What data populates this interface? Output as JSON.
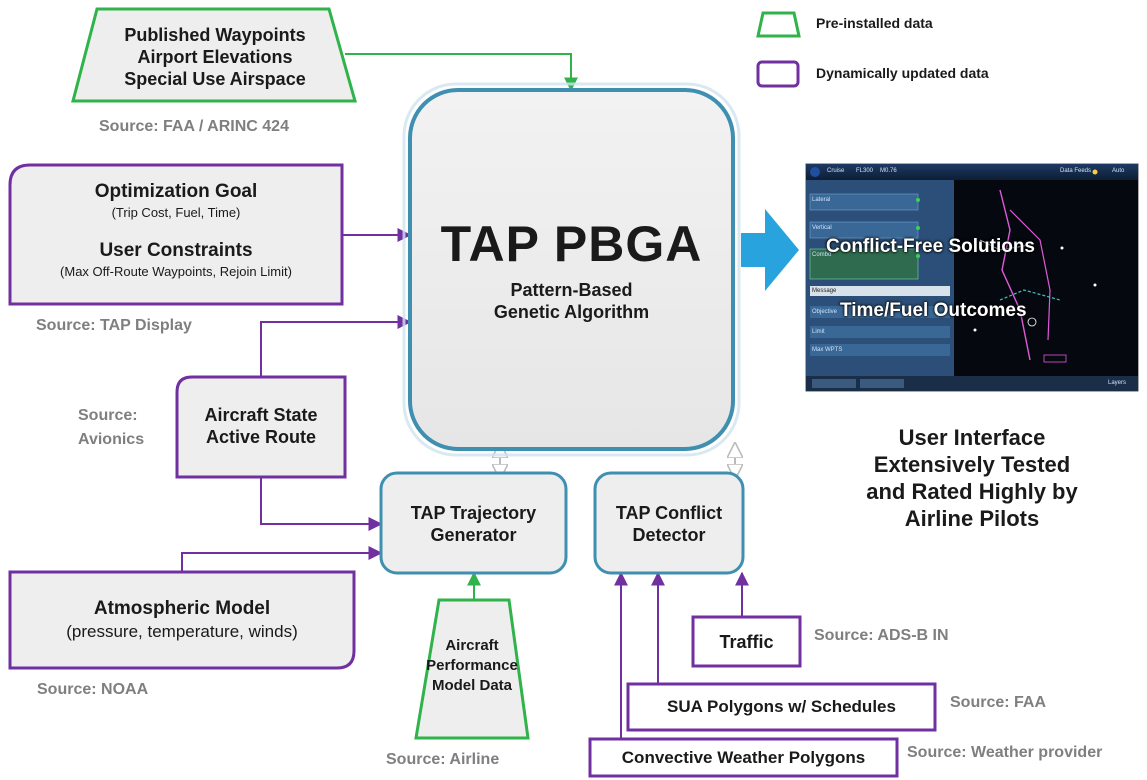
{
  "legend": {
    "preinstalled": "Pre-installed data",
    "dynamic": "Dynamically updated data"
  },
  "colors": {
    "preinstalled_border": "#2fb34a",
    "dynamic_border": "#7030a0",
    "box_fill": "#eeeeee",
    "core_border": "#3f8fb0",
    "arrow_blue": "#29a3dd",
    "source_text": "#7f7f7f"
  },
  "boxes": {
    "waypoints": {
      "lines": [
        "Published Waypoints",
        "Airport Elevations",
        "Special Use Airspace"
      ],
      "source": "Source: FAA / ARINC 424"
    },
    "optimization": {
      "goal_title": "Optimization Goal",
      "goal_detail": "(Trip Cost, Fuel, Time)",
      "constraints_title": "User Constraints",
      "constraints_detail": "(Max Off-Route Waypoints, Rejoin Limit)",
      "source": "Source: TAP Display"
    },
    "aircraft_state": {
      "lines": [
        "Aircraft State",
        "Active Route"
      ],
      "source_line1": "Source:",
      "source_line2": "Avionics"
    },
    "atmospheric": {
      "title": "Atmospheric Model",
      "detail": "(pressure, temperature, winds)",
      "source": "Source: NOAA"
    },
    "performance": {
      "lines": [
        "Aircraft",
        "Performance",
        "Model Data"
      ],
      "source": "Source: Airline"
    },
    "traffic": {
      "label": "Traffic",
      "source": "Source: ADS-B IN"
    },
    "sua": {
      "label": "SUA Polygons w/ Schedules",
      "source": "Source: FAA"
    },
    "weather": {
      "label": "Convective Weather Polygons",
      "source": "Source: Weather provider"
    }
  },
  "core": {
    "title": "TAP PBGA",
    "subtitle_line1": "Pattern-Based",
    "subtitle_line2": "Genetic Algorithm"
  },
  "modules": {
    "trajectory": [
      "TAP Trajectory",
      "Generator"
    ],
    "conflict": [
      "TAP Conflict",
      "Detector"
    ]
  },
  "screenshot": {
    "overlay_line1": "Conflict-Free Solutions",
    "overlay_line2": "Time/Fuel Outcomes",
    "mini_labels": {
      "cruise": "Cruise",
      "fl": "FL300",
      "mach": "M0.76",
      "data_feeds": "Data Feeds",
      "auto": "Auto",
      "lateral": "Lateral",
      "vertical": "Vertical",
      "combo": "Combo",
      "message": "Message",
      "objective": "Objective",
      "limit": "Limit",
      "max_wpts": "Max WPTS",
      "layers": "Layers"
    }
  },
  "ui_caption": [
    "User Interface",
    "Extensively Tested",
    "and Rated Highly by",
    "Airline Pilots"
  ]
}
